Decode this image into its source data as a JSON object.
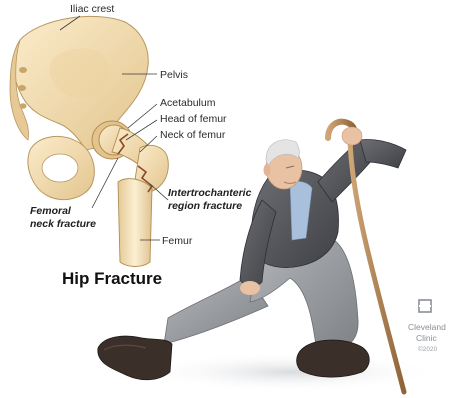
{
  "title": "Hip Fracture",
  "labels": {
    "iliac_crest": "Iliac crest",
    "pelvis": "Pelvis",
    "acetabulum": "Acetabulum",
    "head_of_femur": "Head of femur",
    "neck_of_femur": "Neck of femur",
    "intertrochanteric_line1": "Intertrochanteric",
    "intertrochanteric_line2": "region fracture",
    "femoral_neck_line1": "Femoral",
    "femoral_neck_line2": "neck fracture",
    "femur": "Femur"
  },
  "logo": {
    "name_line1": "Cleveland",
    "name_line2": "Clinic",
    "year": "©2020"
  },
  "colors": {
    "bone_light": "#f6e3b8",
    "bone_shade": "#dcbf86",
    "fracture_red": "#c23b22",
    "suit": "#5f6166",
    "pants": "#9a9da1",
    "shirt": "#9fb8d8",
    "skin": "#e9c2a3",
    "cane": "#b48454"
  },
  "icons": [
    "cleveland-clinic-logo-icon"
  ]
}
